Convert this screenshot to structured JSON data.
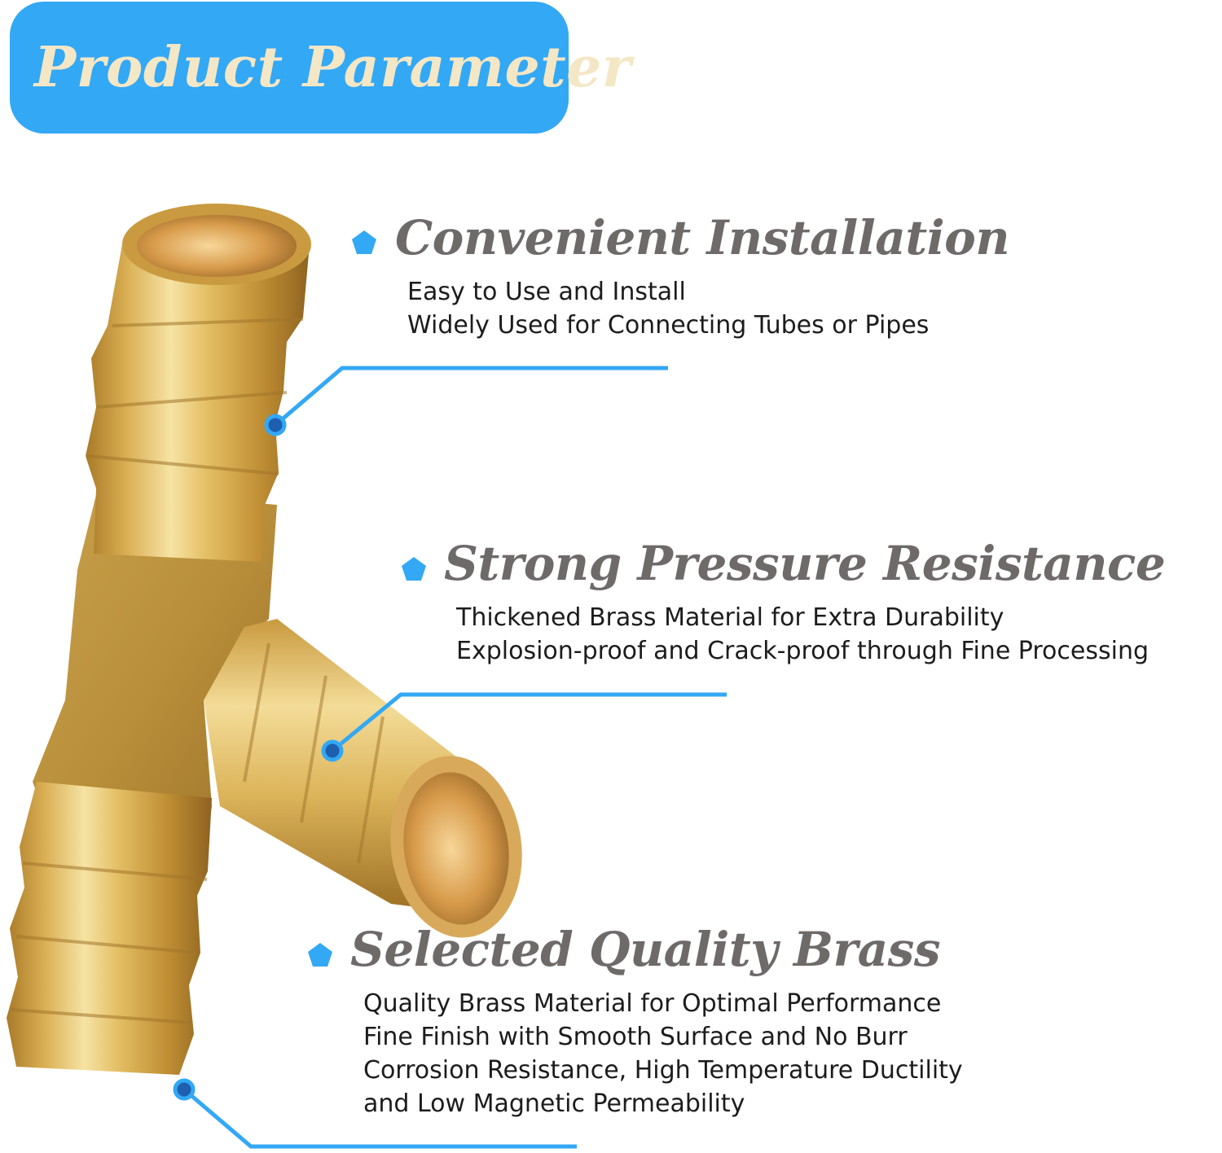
{
  "header": {
    "title": "Product Parameter"
  },
  "sections": [
    {
      "title": "Convenient Installation",
      "lines": [
        "Easy to Use and Install",
        "Widely Used for Connecting Tubes or Pipes"
      ]
    },
    {
      "title": "Strong Pressure Resistance",
      "lines": [
        "Thickened Brass Material for Extra Durability",
        "Explosion-proof and Crack-proof through Fine Processing"
      ]
    },
    {
      "title": "Selected Quality Brass",
      "lines": [
        "Quality Brass Material for Optimal Performance",
        "Fine Finish with Smooth Surface and No Burr",
        "Corrosion Resistance, High Temperature Ductility",
        "and Low Magnetic Permeability"
      ]
    }
  ],
  "colors": {
    "banner": "#33a8f5",
    "banner_text": "#f4e7c6",
    "accent": "#33a8f5",
    "title_text": "#6e6a69",
    "body_text": "#1c1c1c",
    "brass": "#d9b255"
  },
  "icons": {
    "bullet": "pentagon-bullet-icon",
    "callout": "callout-dot-icon"
  }
}
